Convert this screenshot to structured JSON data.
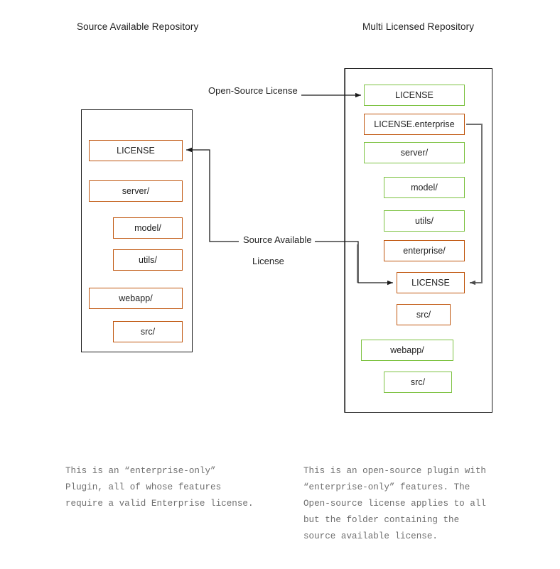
{
  "diagram": {
    "titles": {
      "left": "Source Available Repository",
      "right": "Multi Licensed Repository"
    },
    "colors": {
      "source_available_orange": "#C0560E",
      "open_source_green": "#7DC242",
      "box_outline": "#1A1A1A",
      "arrow_black": "#1A1A1A",
      "arrow_gray": "#6E6E6E",
      "caption_text": "#6F6F6F"
    },
    "left_repo": {
      "items": [
        {
          "label": "LICENSE",
          "license": "source-available",
          "indent": 0
        },
        {
          "label": "server/",
          "license": "source-available",
          "indent": 0
        },
        {
          "label": "model/",
          "license": "source-available",
          "indent": 1
        },
        {
          "label": "utils/",
          "license": "source-available",
          "indent": 1
        },
        {
          "label": "webapp/",
          "license": "source-available",
          "indent": 0
        },
        {
          "label": "src/",
          "license": "source-available",
          "indent": 1
        }
      ]
    },
    "right_repo": {
      "items": [
        {
          "label": "LICENSE",
          "license": "open-source",
          "indent": 0
        },
        {
          "label": "LICENSE.enterprise",
          "license": "source-available",
          "indent": 0
        },
        {
          "label": "server/",
          "license": "open-source",
          "indent": 0
        },
        {
          "label": "model/",
          "license": "open-source",
          "indent": 1
        },
        {
          "label": "utils/",
          "license": "open-source",
          "indent": 1
        },
        {
          "label": "enterprise/",
          "license": "source-available",
          "indent": 1
        },
        {
          "label": "LICENSE",
          "license": "source-available",
          "indent": 2
        },
        {
          "label": "src/",
          "license": "source-available",
          "indent": 2
        },
        {
          "label": "webapp/",
          "license": "open-source",
          "indent": 0
        },
        {
          "label": "src/",
          "license": "open-source",
          "indent": 1
        }
      ]
    },
    "arrow_labels": {
      "open_source": "Open-Source License",
      "source_available_line1": "Source Available",
      "source_available_line2": "License"
    },
    "captions": {
      "left": "This is an “enterprise-only”\nPlugin, all of whose features\nrequire a valid Enterprise license.",
      "right": "This is an open-source plugin with\n“enterprise-only” features. The\nOpen-source license applies to all\nbut the folder containing the\nsource available license."
    }
  }
}
